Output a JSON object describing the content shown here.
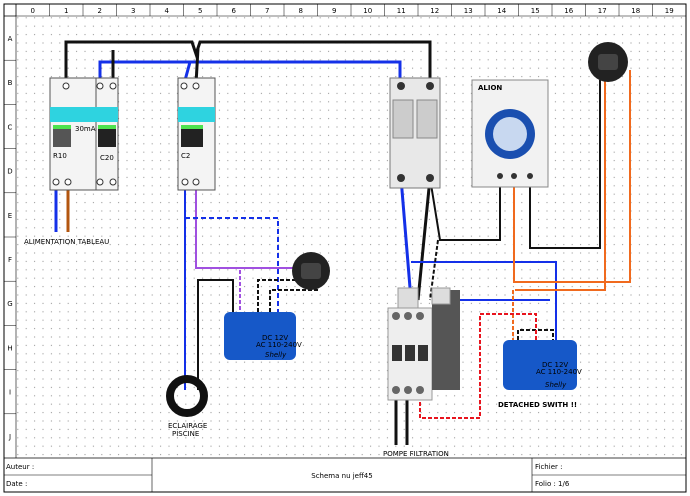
{
  "columns": [
    "0",
    "1",
    "2",
    "3",
    "4",
    "5",
    "6",
    "7",
    "8",
    "9",
    "10",
    "11",
    "12",
    "13",
    "14",
    "15",
    "16",
    "17",
    "18",
    "19"
  ],
  "rows": [
    "A",
    "B",
    "C",
    "D",
    "E",
    "F",
    "G",
    "H",
    "I",
    "J"
  ],
  "labels": {
    "alimentation": "ALIMENTATION TABLEAU",
    "eclairage1": "ECLAIRAGE",
    "eclairage2": "PISCINE",
    "pompe": "POMPE FILTRATION",
    "detached": "DETACHED SWITH !!",
    "breaker1_rating": "C20",
    "breaker1_diff": "30mA",
    "breaker1_model": "R10",
    "breaker2_rating": "C2",
    "timer_brand": "ALION",
    "shelly_brand": "Shelly",
    "shelly_dc": "DC 12V",
    "shelly_ac": "AC 110-240V"
  },
  "title_block": {
    "author": "Auteur :",
    "date": "Date :",
    "title": "Schema nu jeff45",
    "file": "Fichier :",
    "folio": "Folio : 1/6"
  },
  "colors": {
    "blue": "#1430e8",
    "black": "#111111",
    "brown": "#b3560f",
    "orange": "#f06a1e",
    "purple": "#a050e0",
    "red": "#e8141e"
  }
}
